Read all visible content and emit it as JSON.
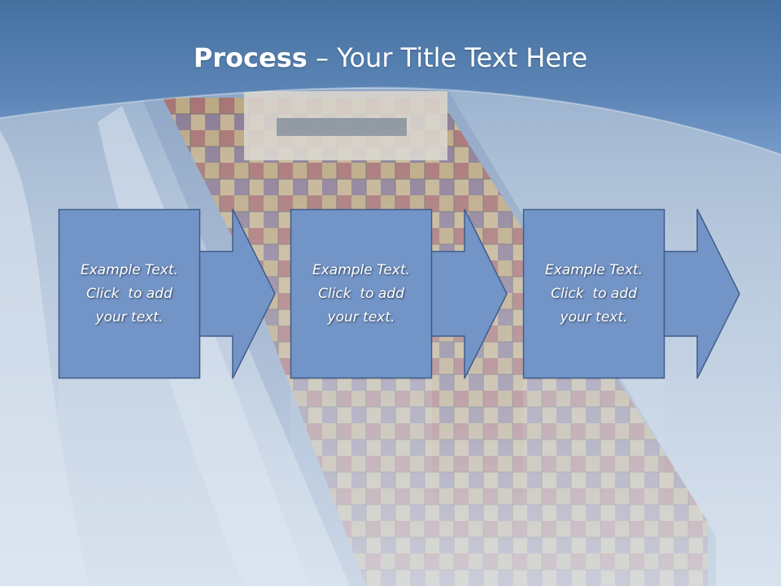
{
  "slide": {
    "title_bold": "Process",
    "title_rest": " – Your Title Text Here",
    "colors": {
      "header_top": "#4570a6",
      "header_bottom": "#6a90c2",
      "box_fill": "#7294c6",
      "box_stroke": "#3f5d8a",
      "text": "#ffffff"
    }
  },
  "steps": [
    {
      "lines": [
        "Example Text.",
        "Click  to add",
        "your text."
      ]
    },
    {
      "lines": [
        "Example Text.",
        "Click  to add",
        "your text."
      ]
    },
    {
      "lines": [
        "Example Text.",
        "Click  to add",
        "your text."
      ]
    }
  ]
}
